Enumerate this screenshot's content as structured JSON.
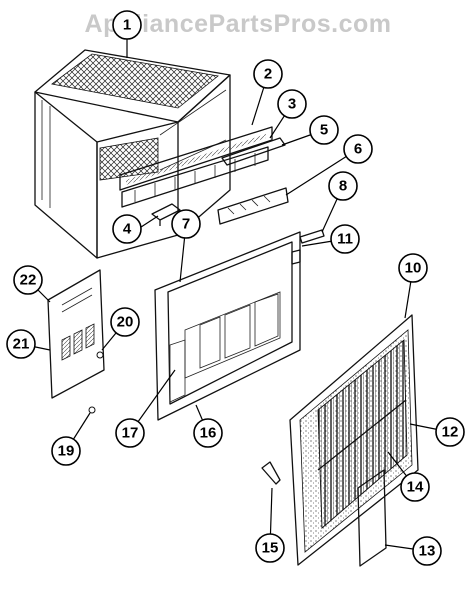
{
  "watermark": "AppliancePartsPros.com",
  "callouts": [
    {
      "id": "c1",
      "text": "1"
    },
    {
      "id": "c2",
      "text": "2"
    },
    {
      "id": "c3",
      "text": "3"
    },
    {
      "id": "c4",
      "text": "4"
    },
    {
      "id": "c5",
      "text": "5"
    },
    {
      "id": "c6",
      "text": "6"
    },
    {
      "id": "c7",
      "text": "7"
    },
    {
      "id": "c8",
      "text": "8"
    },
    {
      "id": "c10",
      "text": "10"
    },
    {
      "id": "c11",
      "text": "11"
    },
    {
      "id": "c12",
      "text": "12"
    },
    {
      "id": "c13",
      "text": "13"
    },
    {
      "id": "c14",
      "text": "14"
    },
    {
      "id": "c15",
      "text": "15"
    },
    {
      "id": "c16",
      "text": "16"
    },
    {
      "id": "c17",
      "text": "17"
    },
    {
      "id": "c19",
      "text": "19"
    },
    {
      "id": "c20",
      "text": "20"
    },
    {
      "id": "c21",
      "text": "21"
    },
    {
      "id": "c22",
      "text": "22"
    }
  ]
}
